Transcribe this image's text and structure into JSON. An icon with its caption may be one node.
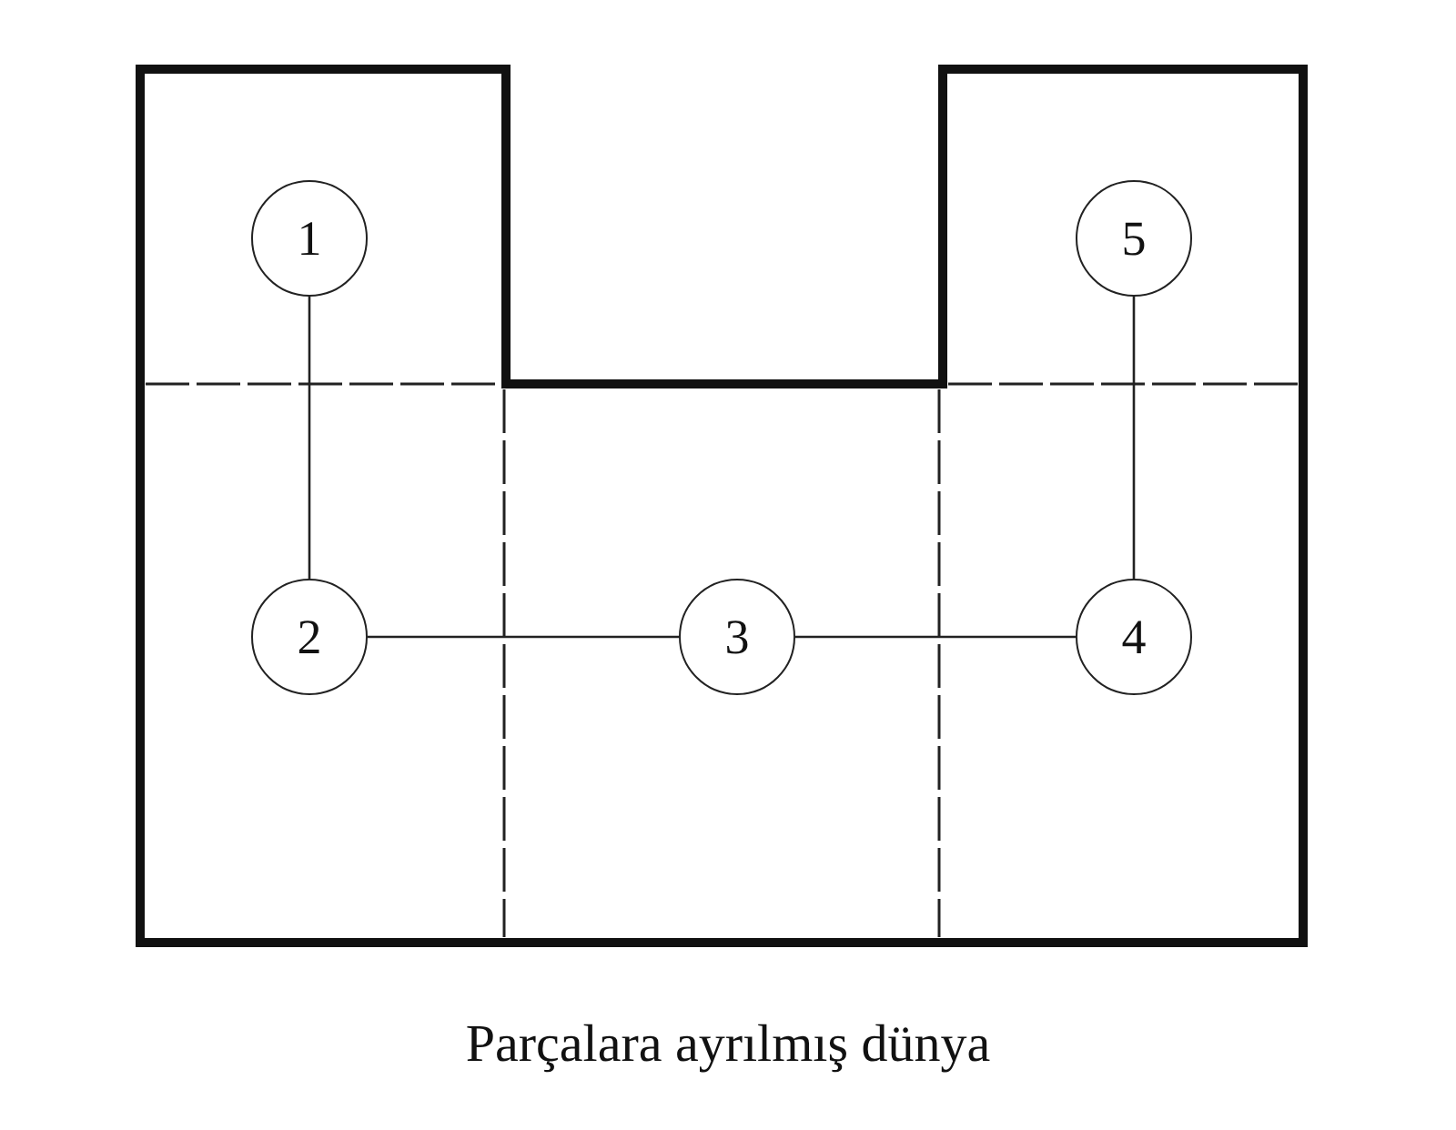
{
  "diagram": {
    "caption": "Parçalara ayrılmış dünya",
    "nodes": [
      {
        "text": [
          "1"
        ]
      },
      {
        "text": [
          "2"
        ]
      },
      {
        "text": [
          "3"
        ]
      },
      {
        "text": [
          "4"
        ]
      },
      {
        "text": [
          "5"
        ]
      }
    ],
    "edges": [
      {
        "from": 0,
        "to": 1,
        "arrow": "none"
      },
      {
        "from": 1,
        "to": 2,
        "arrow": "none"
      },
      {
        "from": 2,
        "to": 3,
        "arrow": "none"
      },
      {
        "from": 3,
        "to": 4,
        "arrow": "none"
      }
    ]
  }
}
